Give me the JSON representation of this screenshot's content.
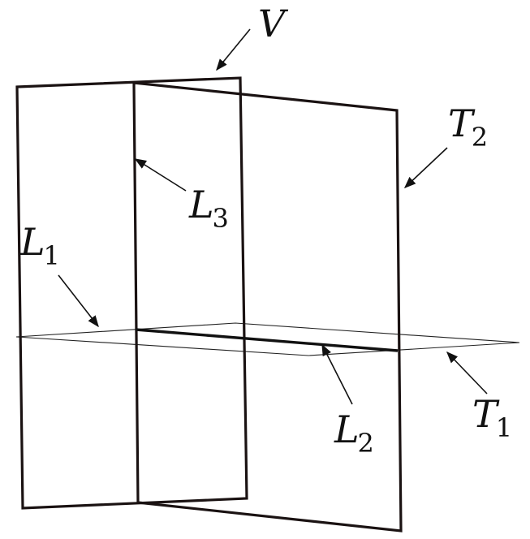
{
  "labels": {
    "V": {
      "main": "V",
      "sub": ""
    },
    "T2": {
      "main": "T",
      "sub": "2"
    },
    "L3": {
      "main": "L",
      "sub": "3"
    },
    "L1": {
      "main": "L",
      "sub": "1"
    },
    "L2": {
      "main": "L",
      "sub": "2"
    },
    "T1": {
      "main": "T",
      "sub": "1"
    }
  },
  "colors": {
    "stroke": "#1a1212",
    "background": "#ffffff"
  }
}
